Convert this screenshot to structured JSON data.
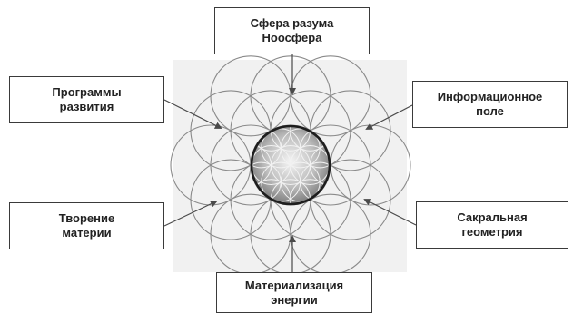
{
  "labels": {
    "top": "Сфера разума\nНоосфера",
    "top_left": "Программы\nразвития",
    "top_right": "Информационное\nполе",
    "bottom_left": "Творение\nматерии",
    "bottom_right": "Сакральная\nгеометрия",
    "bottom": "Материализация\nэнергии"
  }
}
